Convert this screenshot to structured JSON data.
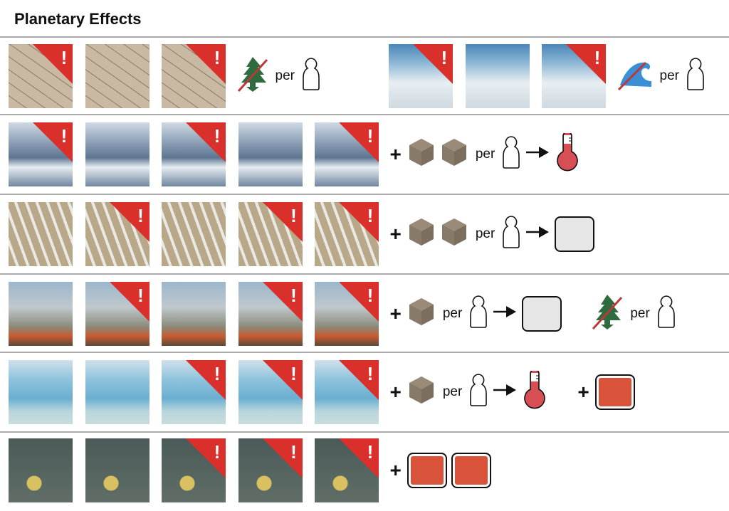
{
  "title": "Planetary Effects",
  "per": "per",
  "plus": "+",
  "warning": "!",
  "colors": {
    "flag": "#d9302b",
    "tree": "#2e6b3e",
    "wave": "#3a8fd6",
    "cube": "#8a7b68",
    "thermo": "#d64f55",
    "card_red": "#d9533a"
  },
  "rows": [
    {
      "segments": [
        {
          "image": "drought",
          "flags": [
            true,
            false,
            true
          ],
          "effects": [
            {
              "type": "icon",
              "icon": "tree-crossed-icon"
            },
            {
              "type": "per"
            },
            {
              "type": "meeple"
            }
          ]
        },
        {
          "image": "coral",
          "flags": [
            true,
            false,
            true
          ],
          "effects": [
            {
              "type": "icon",
              "icon": "wave-crossed-icon"
            },
            {
              "type": "per"
            },
            {
              "type": "meeple"
            }
          ]
        }
      ]
    },
    {
      "segments": [
        {
          "image": "ice",
          "flags": [
            true,
            false,
            true,
            false,
            true
          ],
          "effects": [
            {
              "type": "plus"
            },
            {
              "type": "cube"
            },
            {
              "type": "cube"
            },
            {
              "type": "per"
            },
            {
              "type": "meeple"
            },
            {
              "type": "arrow"
            },
            {
              "type": "thermo"
            }
          ]
        }
      ]
    },
    {
      "segments": [
        {
          "image": "river",
          "flags": [
            false,
            true,
            false,
            true,
            true
          ],
          "effects": [
            {
              "type": "plus"
            },
            {
              "type": "cube"
            },
            {
              "type": "cube"
            },
            {
              "type": "per"
            },
            {
              "type": "meeple"
            },
            {
              "type": "arrow"
            },
            {
              "type": "grey-card"
            }
          ]
        }
      ]
    },
    {
      "segments": [
        {
          "image": "fire",
          "flags": [
            false,
            true,
            false,
            true,
            true
          ],
          "effects": [
            {
              "type": "plus"
            },
            {
              "type": "cube"
            },
            {
              "type": "per"
            },
            {
              "type": "meeple"
            },
            {
              "type": "arrow"
            },
            {
              "type": "grey-card"
            },
            {
              "type": "gap"
            },
            {
              "type": "icon",
              "icon": "tree-crossed-icon"
            },
            {
              "type": "per"
            },
            {
              "type": "meeple"
            }
          ]
        }
      ]
    },
    {
      "segments": [
        {
          "image": "glacier",
          "flags": [
            false,
            false,
            true,
            true,
            true
          ],
          "effects": [
            {
              "type": "plus"
            },
            {
              "type": "cube"
            },
            {
              "type": "per"
            },
            {
              "type": "meeple"
            },
            {
              "type": "arrow"
            },
            {
              "type": "thermo"
            },
            {
              "type": "gap"
            },
            {
              "type": "plus"
            },
            {
              "type": "red-card"
            }
          ]
        }
      ]
    },
    {
      "segments": [
        {
          "image": "delta",
          "flags": [
            false,
            false,
            true,
            true,
            true
          ],
          "effects": [
            {
              "type": "plus"
            },
            {
              "type": "red-card"
            },
            {
              "type": "red-card"
            }
          ]
        }
      ]
    }
  ]
}
